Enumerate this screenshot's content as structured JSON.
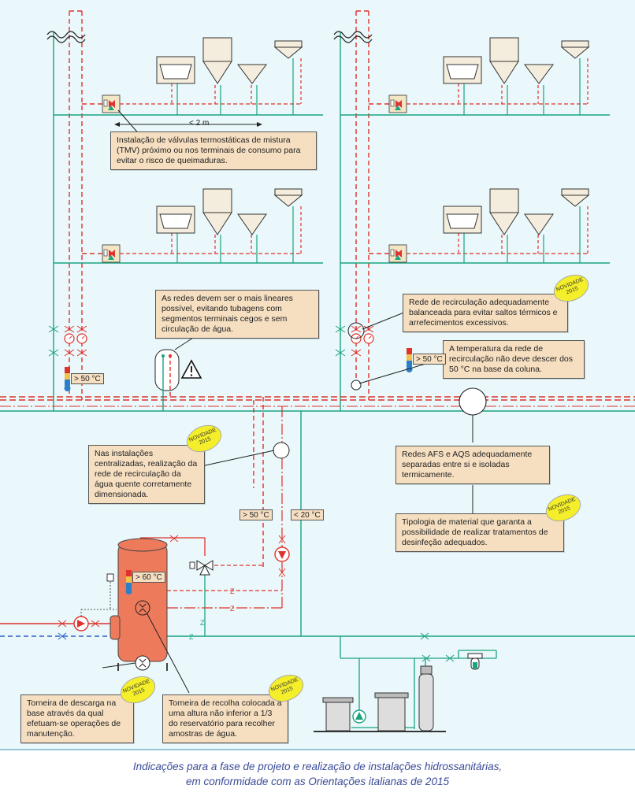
{
  "notes": {
    "tmv": "Instalação de válvulas termostáticas de mistura (TMV) próximo ou nos terminais de consumo para evitar o risco de queimaduras.",
    "linear": "As redes devem ser o mais lineares possível, evitando tubagens com segmentos terminais cegos e sem circulação de água.",
    "recirc_balanced": "Rede de recirculação adequadamente balanceada para evitar saltos térmicos e arrefecimentos excessivos.",
    "temp_column": "A temperatura da rede de recirculação não deve descer dos 50 °C na base da coluna.",
    "centralized": "Nas instalações centralizadas, realização da rede de recirculação da água quente corretamente dimensionada.",
    "afs_aqs": "Redes AFS e AQS adequadamente separadas entre si e isoladas termicamente.",
    "material": "Tipologia de material que garanta a possibilidade de realizar tratamentos de desinfeção adequados.",
    "drain_tap": "Torneira de descarga na base através da qual efetuam-se operações de manutenção.",
    "sample_tap": "Torneira de recolha colocada a uma altura não inferior a 1/3 do reservatório para recolher amostras de água."
  },
  "badge": {
    "line1": "NOVIDADE",
    "line2": "2015"
  },
  "distance_label": "< 2 m",
  "temperatures": {
    "left_column": "> 50 °C",
    "right_column": "> 50 °C",
    "hot_supply": "> 50 °C",
    "cold_supply": "< 20 °C",
    "boiler": "> 60 °C"
  },
  "caption": {
    "line1": "Indicações para a fase de projeto e realização de instalações hidrossanitárias,",
    "line2": "em conformidade com as Orientações italianas de 2015"
  },
  "colors": {
    "cold": "#19a37f",
    "hot": "#e0312b",
    "boiler": "#ee7a5c",
    "note": "#f6dfc1",
    "badge": "#f4ef2a",
    "caption": "#3a4b98",
    "panel": "#eaf8fb"
  }
}
